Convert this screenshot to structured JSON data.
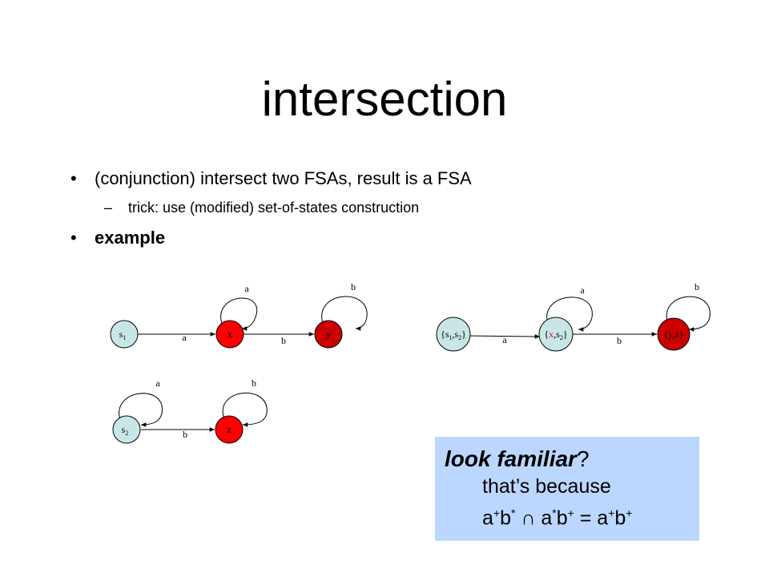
{
  "title": "intersection",
  "bullets": {
    "b1": "(conjunction) intersect two FSAs, result is a FSA",
    "b1_sub": "trick: use (modified) set-of-states construction",
    "b2": "example",
    "bullet_symbol": "•",
    "dash_symbol": "–"
  },
  "fsa1": {
    "states": {
      "s1": "s",
      "s1_sub": "1",
      "x": "x",
      "y": "y"
    },
    "edges": {
      "s1_x": "a",
      "x_loop": "a",
      "x_y": "b",
      "y_loop": "b"
    }
  },
  "fsa2": {
    "states": {
      "s2": "s",
      "s2_sub": "2",
      "z": "z"
    },
    "edges": {
      "s2_loop": "a",
      "s2_z": "b",
      "z_loop": "b"
    }
  },
  "product": {
    "states": {
      "q0_open": "{s",
      "q0_sub1": "1",
      "q0_mid": ",s",
      "q0_sub2": "2",
      "q0_close": "}",
      "q1_open": "{",
      "q1_x": "x",
      "q1_mid": ",s",
      "q1_sub2": "2",
      "q1_close": "}",
      "q2": "{y,z}"
    },
    "edges": {
      "q0_q1": "a",
      "q1_loop": "a",
      "q1_q2": "b",
      "q2_loop": "b"
    }
  },
  "callout": {
    "heading": "look familiar",
    "heading_punct": "?",
    "line1": "that’s because",
    "expr": {
      "a1": "a",
      "sup1": "+",
      "b1": "b",
      "sup2": "*",
      "cap": " ∩ ",
      "a2": "a",
      "sup3": "*",
      "b2": "b",
      "sup4": "+",
      "eq": " = ",
      "a3": "a",
      "sup5": "+",
      "b3": "b",
      "sup6": "+"
    }
  },
  "colors": {
    "start_state": "#c8e6e6",
    "state_red": "#ff0000",
    "state_dark_red": "#cc0000",
    "callout_bg": "#bcd7ff",
    "text_red": "#ff0000"
  }
}
